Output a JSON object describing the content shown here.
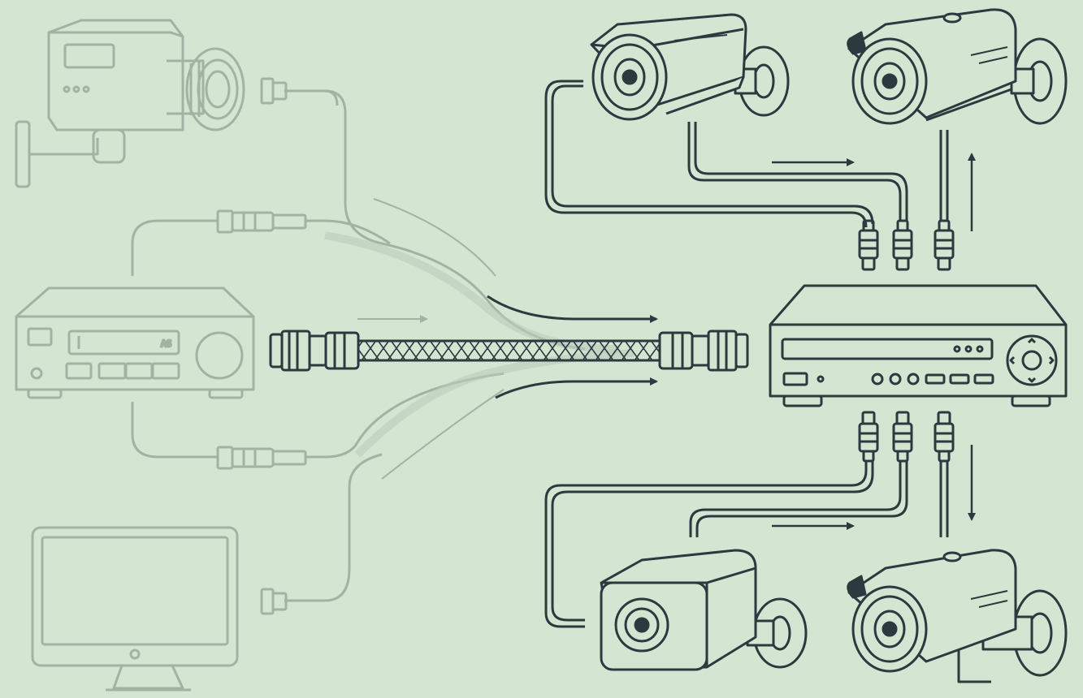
{
  "diagram": {
    "background_color": "#d3e6d2",
    "faded_color": "#a3b3a3",
    "line_color": "#2b3a3f",
    "vcr_display_text": "AS",
    "legacy_devices": [
      "legacy-camera",
      "legacy-vcr-recorder",
      "legacy-monitor"
    ],
    "modern_devices": [
      "dvr-recorder",
      "bullet-camera-1",
      "bullet-camera-2",
      "box-camera",
      "bullet-camera-3"
    ],
    "central_cable": "bnc-coaxial-cable"
  }
}
